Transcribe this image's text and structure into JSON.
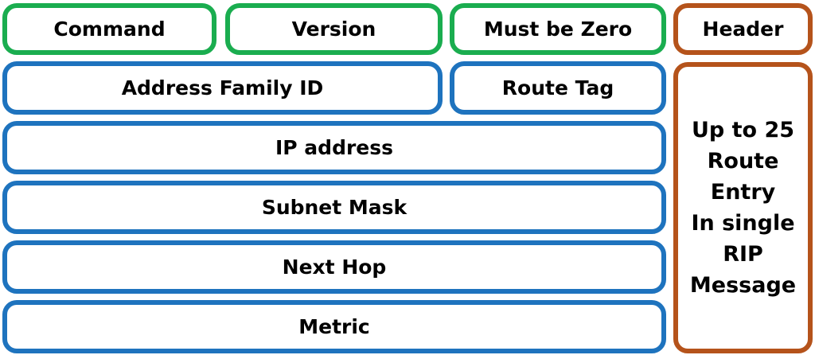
{
  "colors": {
    "header_border": "#1aad4f",
    "entry_border": "#1e73be",
    "label_border": "#b5531b",
    "text": "#000000"
  },
  "header_fields": {
    "command": "Command",
    "version": "Version",
    "must_be_zero": "Must be Zero"
  },
  "header_label": "Header",
  "entry_fields": {
    "address_family_id": "Address Family ID",
    "route_tag": "Route Tag",
    "ip_address": "IP address",
    "subnet_mask": "Subnet Mask",
    "next_hop": "Next Hop",
    "metric": "Metric"
  },
  "entries_label": {
    "lines": [
      "Up to 25",
      "Route",
      "Entry",
      "In single",
      "RIP",
      "Message"
    ]
  }
}
